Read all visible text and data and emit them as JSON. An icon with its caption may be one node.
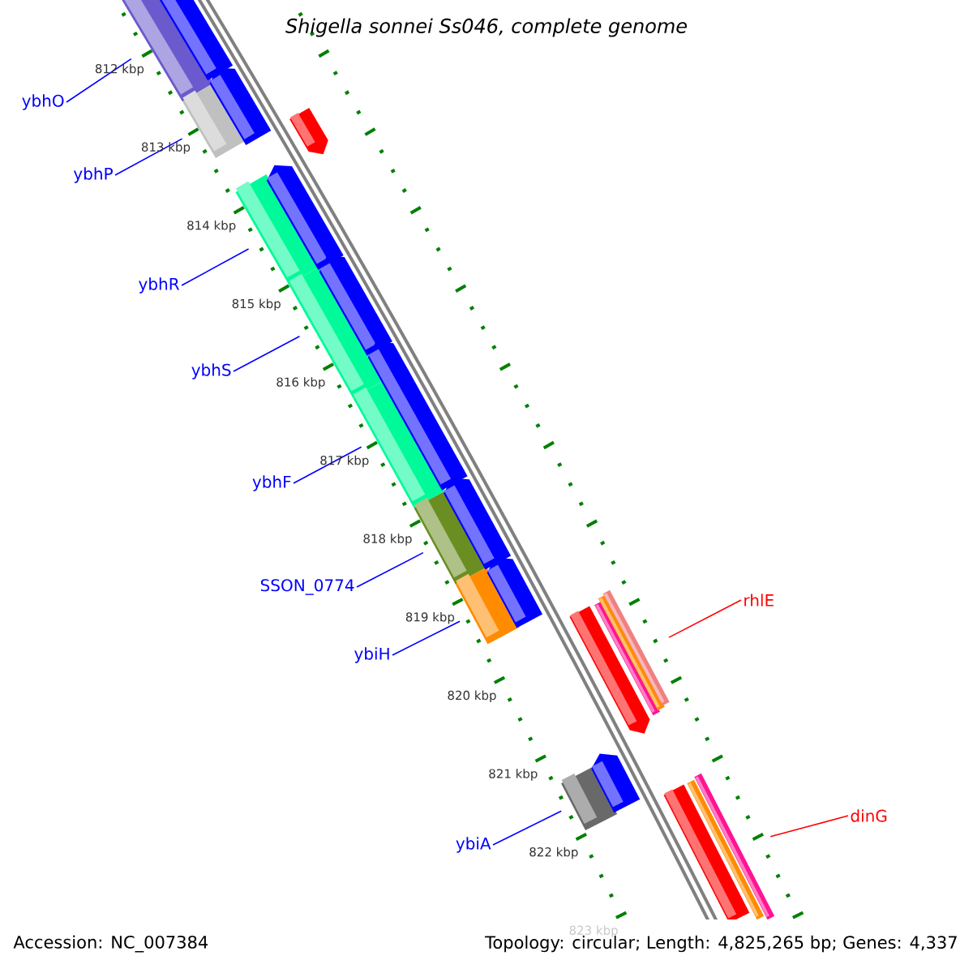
{
  "diagram": {
    "title": "Shigella sonnei Ss046, complete genome",
    "nodes": [
      {
        "text": [
          "ybhO"
        ]
      },
      {
        "text": [
          "ybhP"
        ]
      },
      {
        "text": [
          "ybhR"
        ]
      },
      {
        "text": [
          "ybhS"
        ]
      },
      {
        "text": [
          "ybhF"
        ]
      },
      {
        "text": [
          "SSON_0774"
        ]
      },
      {
        "text": [
          "ybiH"
        ]
      },
      {
        "text": [
          "ybiA"
        ]
      },
      {
        "text": [
          "rhlE"
        ]
      },
      {
        "text": [
          "dinG"
        ]
      },
      {
        "text": [],
        "shape": "bar"
      },
      {
        "text": [],
        "shape": "bar"
      },
      {
        "text": [],
        "shape": "bar"
      },
      {
        "text": [],
        "shape": "bar"
      },
      {
        "text": [],
        "shape": "bar"
      },
      {
        "text": [],
        "shape": "bar"
      },
      {
        "text": [],
        "shape": "bar"
      },
      {
        "text": [],
        "shape": "bar"
      },
      {
        "text": [],
        "shape": "bar"
      },
      {
        "text": [],
        "shape": "bar"
      }
    ],
    "edges": [
      {
        "from": 0,
        "to": 10,
        "arrow": "none"
      },
      {
        "from": 1,
        "to": 11,
        "arrow": "none"
      },
      {
        "from": 2,
        "to": 12,
        "arrow": "none"
      },
      {
        "from": 3,
        "to": 13,
        "arrow": "none"
      },
      {
        "from": 4,
        "to": 14,
        "arrow": "none"
      },
      {
        "from": 5,
        "to": 15,
        "arrow": "none"
      },
      {
        "from": 6,
        "to": 16,
        "arrow": "none"
      },
      {
        "from": 7,
        "to": 17,
        "arrow": "none"
      },
      {
        "from": 8,
        "to": 18,
        "arrow": "none",
        "color": "#ff0000"
      },
      {
        "from": 9,
        "to": 19,
        "arrow": "none",
        "color": "#ff0000"
      }
    ],
    "labels": [
      "812 kbp",
      "813 kbp",
      "814 kbp",
      "815 kbp",
      "816 kbp",
      "817 kbp",
      "818 kbp",
      "819 kbp",
      "820 kbp",
      "821 kbp",
      "822 kbp",
      "823 kbp",
      "Accession: NC_007384",
      "Topology: circular; Length: 4,825,265 bp; Genes: 4,337"
    ]
  }
}
